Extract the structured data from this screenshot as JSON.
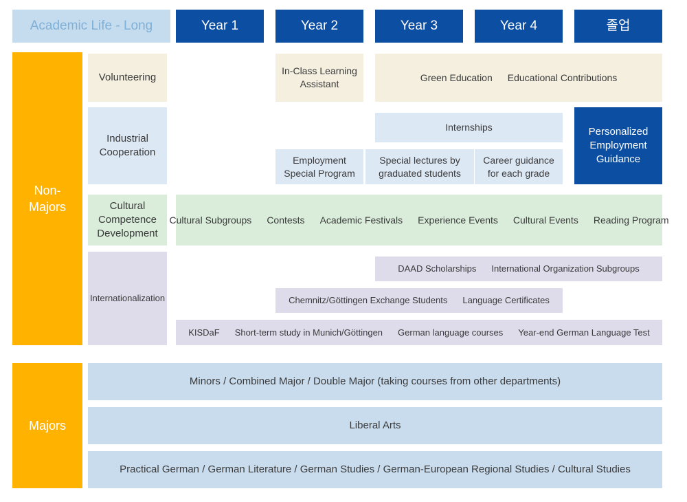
{
  "header": {
    "life_long_label": "Academic Life - Long",
    "columns": [
      {
        "label": "Year 1"
      },
      {
        "label": "Year 2"
      },
      {
        "label": "Year 3"
      },
      {
        "label": "Year 4"
      },
      {
        "label": "졸업"
      }
    ]
  },
  "bands": {
    "non_majors": "Non-\nMajors",
    "non_majors_line1": "Non-",
    "non_majors_line2": "Majors",
    "majors": "Majors"
  },
  "categories": {
    "volunteering": "Volunteering",
    "industrial_cooperation_l1": "Industrial",
    "industrial_cooperation_l2": "Cooperation",
    "cultural_l1": "Cultural",
    "cultural_l2": "Competence",
    "cultural_l3": "Development",
    "internationalization": "Internationalization"
  },
  "volunteering_row": {
    "in_class_l1": "In-Class Learning",
    "in_class_l2": "Assistant",
    "green_education": "Green Education",
    "educational_contributions": "Educational Contributions"
  },
  "industrial_row": {
    "internships": "Internships",
    "employment_l1": "Employment",
    "employment_l2": "Special Program",
    "special_lectures_l1": "Special lectures by",
    "special_lectures_l2": "graduated students",
    "career_guidance_l1": "Career guidance",
    "career_guidance_l2": "for each grade",
    "personalized_l1": "Personalized",
    "personalized_l2": "Employment",
    "personalized_l3": "Guidance"
  },
  "cultural_row": {
    "items": [
      "Cultural Subgroups",
      "Contests",
      "Academic Festivals",
      "Experience Events",
      "Cultural Events",
      "Reading Program"
    ]
  },
  "international_row": {
    "top_items": [
      "DAAD Scholarships",
      "International Organization Subgroups"
    ],
    "mid_items": [
      "Chemnitz/Göttingen Exchange Students",
      "Language Certificates"
    ],
    "bottom_items": [
      "KISDaF",
      "Short-term study in Munich/Göttingen",
      "German language courses",
      "Year-end German Language Test"
    ]
  },
  "majors_rows": {
    "row1": "Minors  /  Combined Major  /  Double Major (taking courses from other departments)",
    "row2": "Liberal Arts",
    "row3": "Practical German  /  German Literature  /  German Studies  /  German-European Regional Studies  /  Cultural Studies"
  },
  "colors": {
    "navy": "#0b4ea2",
    "orange": "#ffb300",
    "light_blue_header": "#c5dcee",
    "cream": "#f4efdf",
    "pale_blue": "#dde8f5",
    "pale_green": "#d9edda",
    "pale_purple": "#dedbeb",
    "majors_blue": "#c9dcee"
  }
}
